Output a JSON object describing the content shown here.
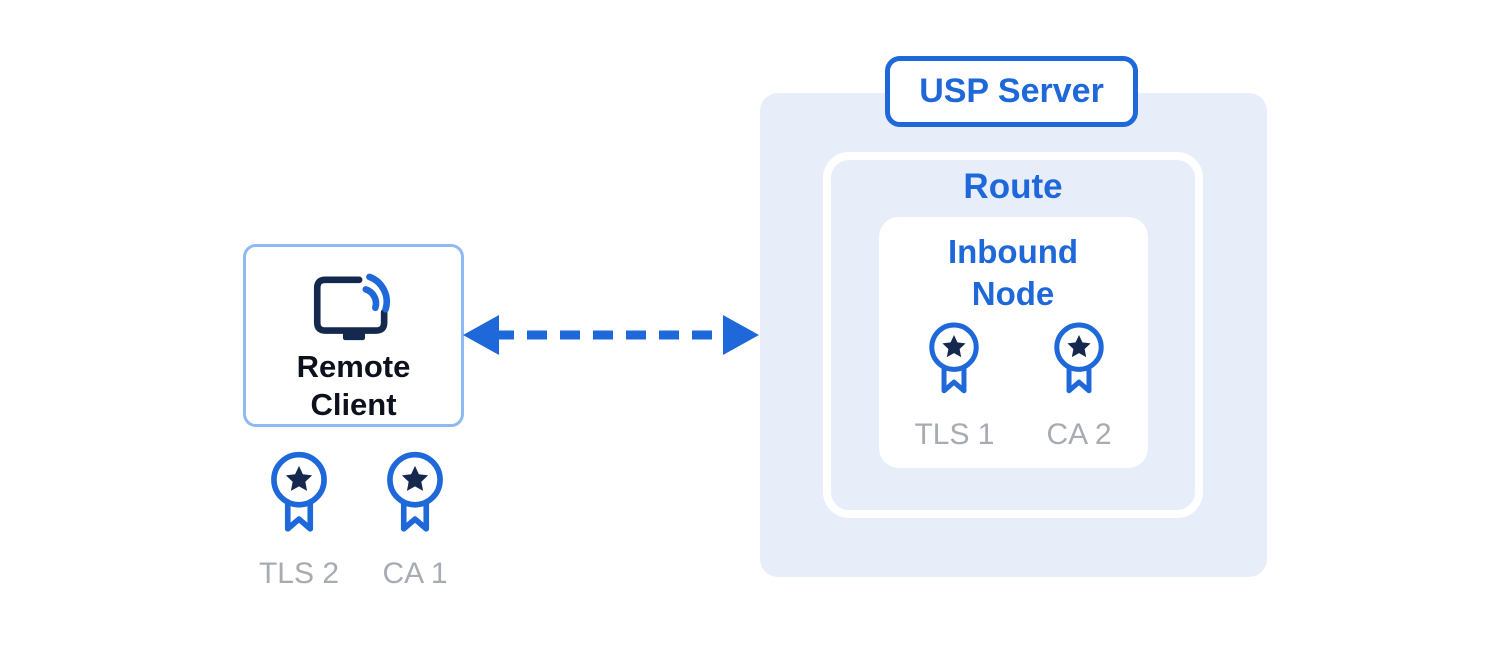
{
  "theme": {
    "accent": "#1e68da",
    "panel": "#e8edfa",
    "navy": "#14294d",
    "client_border": "#8fb9f3",
    "gray_text": "#a7abb2",
    "text_dark": "#0c111d",
    "white": "#ffffff"
  },
  "client": {
    "label": "Remote Client",
    "certificates": [
      {
        "label": "TLS 2"
      },
      {
        "label": "CA 1"
      }
    ]
  },
  "server": {
    "title": "USP Server",
    "route": {
      "title": "Route",
      "inbound_node": {
        "title": "Inbound Node",
        "certificates": [
          {
            "label": "TLS 1"
          },
          {
            "label": "CA 2"
          }
        ]
      }
    }
  }
}
